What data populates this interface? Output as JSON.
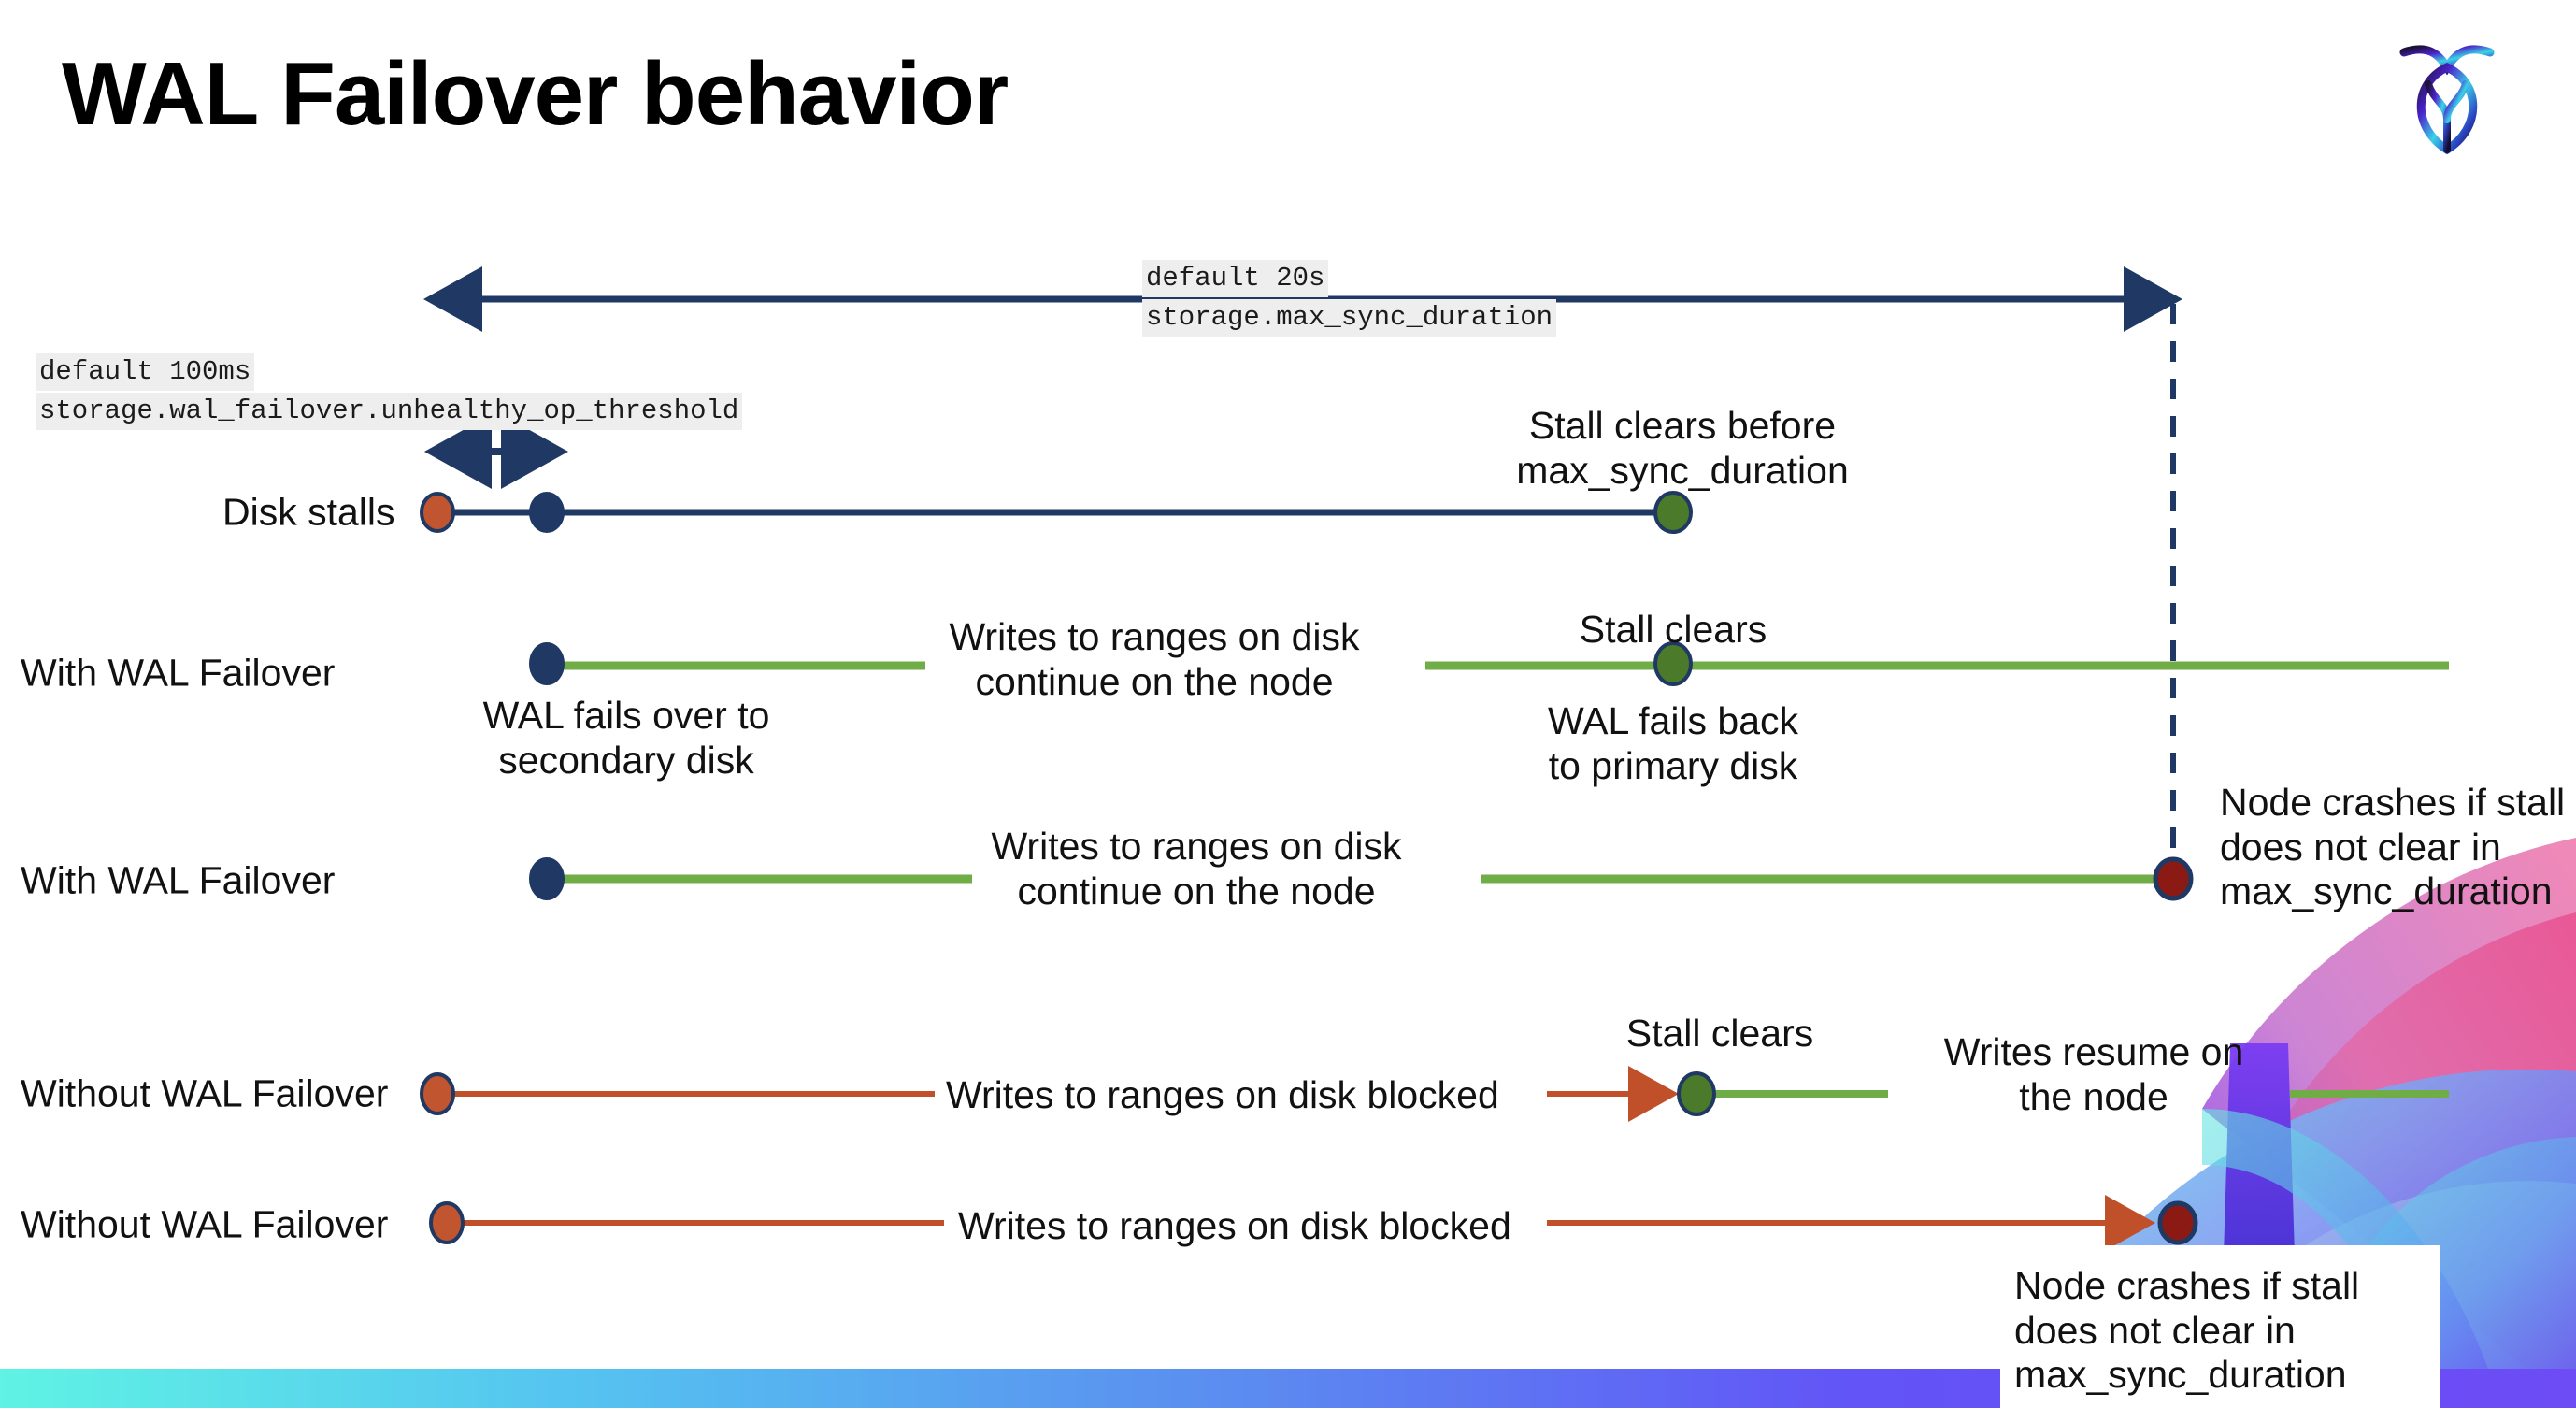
{
  "slide": {
    "title": "WAL Failover behavior",
    "logo_name": "cockroachdb-logo"
  },
  "colors": {
    "navy": "#1f3864",
    "green_line": "#70ad47",
    "green_dot": "#4a7a2a",
    "orange": "#c0502a",
    "orange_dot": "#c0552f",
    "dark_red_dot": "#8b1a14",
    "chip_bg": "#eeeeee",
    "bar_gradient_start": "#5ff3e4",
    "bar_gradient_end": "#6d4bf5"
  },
  "settings": {
    "max_sync": {
      "default_label": "default 20s",
      "setting_name": "storage.max_sync_duration"
    },
    "unhealthy_threshold": {
      "default_label": "default 100ms",
      "setting_name": "storage.wal_failover.unhealthy_op_threshold"
    }
  },
  "rows": [
    {
      "id": "disk-stalls",
      "label": "Disk stalls",
      "annotations": [
        {
          "id": "stall-clears-before",
          "text": "Stall clears before\nmax_sync_duration"
        }
      ]
    },
    {
      "id": "with-wal-failover-1",
      "label": "With WAL Failover",
      "annotations": [
        {
          "id": "wal-fails-over",
          "text": "WAL fails over to\nsecondary disk"
        },
        {
          "id": "writes-continue-1",
          "text": "Writes to ranges on disk\ncontinue on the node"
        },
        {
          "id": "stall-clears-1",
          "text": "Stall clears"
        },
        {
          "id": "wal-fails-back",
          "text": "WAL fails  back\nto primary disk"
        }
      ]
    },
    {
      "id": "with-wal-failover-2",
      "label": "With WAL Failover",
      "annotations": [
        {
          "id": "writes-continue-2",
          "text": "Writes to ranges on disk\ncontinue on the node"
        },
        {
          "id": "node-crashes-1",
          "text": "Node crashes if stall\ndoes not clear in\nmax_sync_duration"
        }
      ]
    },
    {
      "id": "without-wal-failover-1",
      "label": "Without WAL Failover",
      "annotations": [
        {
          "id": "writes-blocked-1",
          "text": "Writes to ranges on disk  blocked"
        },
        {
          "id": "stall-clears-2",
          "text": "Stall clears"
        },
        {
          "id": "writes-resume",
          "text": "Writes resume on\nthe node"
        }
      ]
    },
    {
      "id": "without-wal-failover-2",
      "label": "Without WAL Failover",
      "annotations": [
        {
          "id": "writes-blocked-2",
          "text": "Writes to ranges on disk  blocked"
        },
        {
          "id": "node-crashes-2",
          "text": "Node crashes if stall\ndoes not clear in\nmax_sync_duration"
        }
      ]
    }
  ]
}
